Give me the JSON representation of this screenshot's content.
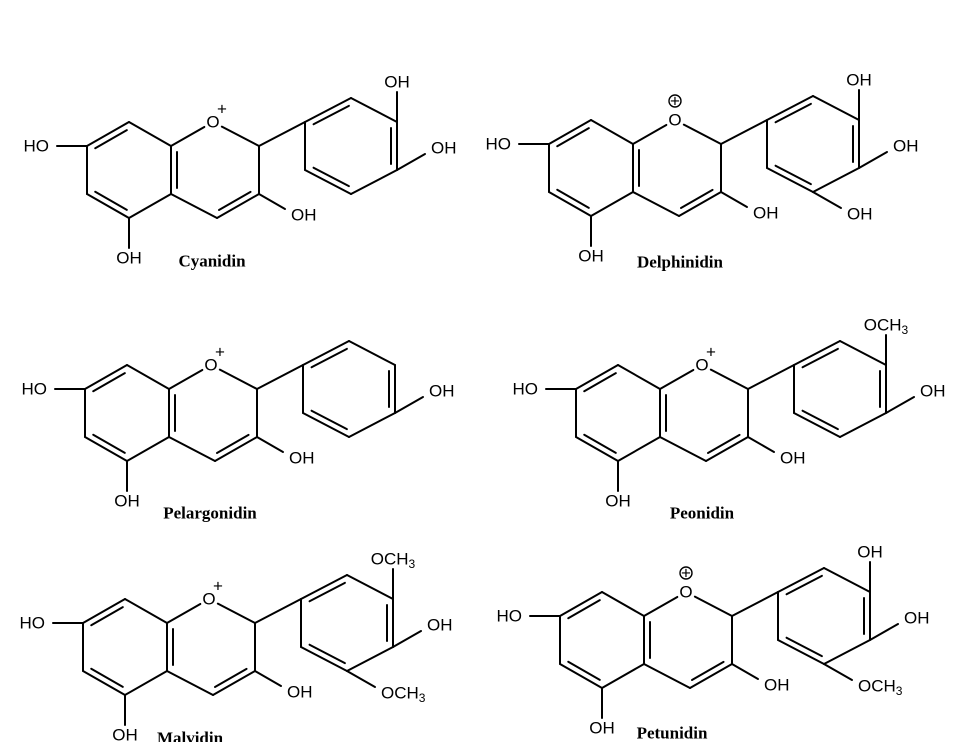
{
  "molecules": [
    {
      "name": "Cyanidin",
      "ring_oxygen": "O",
      "charge": "+",
      "charge_style": "plain",
      "sub_7": "HO",
      "sub_5": "OH",
      "sub_3": "OH",
      "sub_3p": "OH",
      "sub_4p": "OH",
      "sub_5p": ""
    },
    {
      "name": "Delphinidin",
      "ring_oxygen": "O",
      "charge": "+",
      "charge_style": "circled",
      "sub_7": "HO",
      "sub_5": "OH",
      "sub_3": "OH",
      "sub_3p": "OH",
      "sub_4p": "OH",
      "sub_5p": "OH"
    },
    {
      "name": "Pelargonidin",
      "ring_oxygen": "O",
      "charge": "+",
      "charge_style": "plain",
      "sub_7": "HO",
      "sub_5": "OH",
      "sub_3": "OH",
      "sub_3p": "",
      "sub_4p": "OH",
      "sub_5p": ""
    },
    {
      "name": "Peonidin",
      "ring_oxygen": "O",
      "charge": "+",
      "charge_style": "plain",
      "sub_7": "HO",
      "sub_5": "OH",
      "sub_3": "OH",
      "sub_3p": "OCH3",
      "sub_4p": "OH",
      "sub_5p": ""
    },
    {
      "name": "Malvidin",
      "ring_oxygen": "O",
      "charge": "+",
      "charge_style": "plain",
      "sub_7": "HO",
      "sub_5": "OH",
      "sub_3": "OH",
      "sub_3p": "OCH3",
      "sub_4p": "OH",
      "sub_5p": "OCH3"
    },
    {
      "name": "Petunidin",
      "ring_oxygen": "O",
      "charge": "+",
      "charge_style": "circled",
      "sub_7": "HO",
      "sub_5": "OH",
      "sub_3": "OH",
      "sub_3p": "OH",
      "sub_4p": "OH",
      "sub_5p": "OCH3"
    }
  ]
}
